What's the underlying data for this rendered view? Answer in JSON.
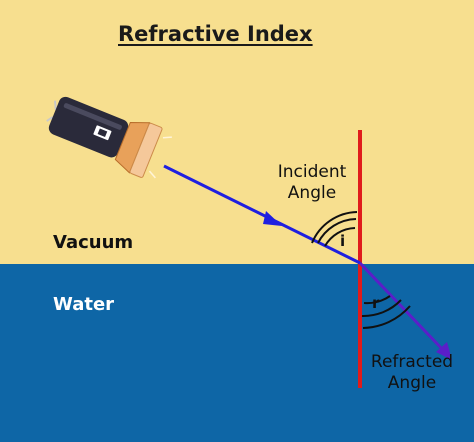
{
  "title": "Refractive Index",
  "media": {
    "upper": "Vacuum",
    "lower": "Water"
  },
  "labels": {
    "incident_angle": [
      "Incident",
      "Angle"
    ],
    "refracted_angle": [
      "Refracted",
      "Angle"
    ],
    "incident_symbol": "i",
    "refracted_symbol": "r"
  },
  "colors": {
    "vacuum": "#f7df8f",
    "water": "#0e66a6",
    "normal_line": "#e01b1b",
    "ray": "#1f1fe0",
    "refracted_ray": "#5b1ec9",
    "flashlight_body": "#2a2a3a",
    "flashlight_head": "#e8a15a"
  },
  "icons": [
    "flashlight-icon",
    "arrow-icon"
  ]
}
